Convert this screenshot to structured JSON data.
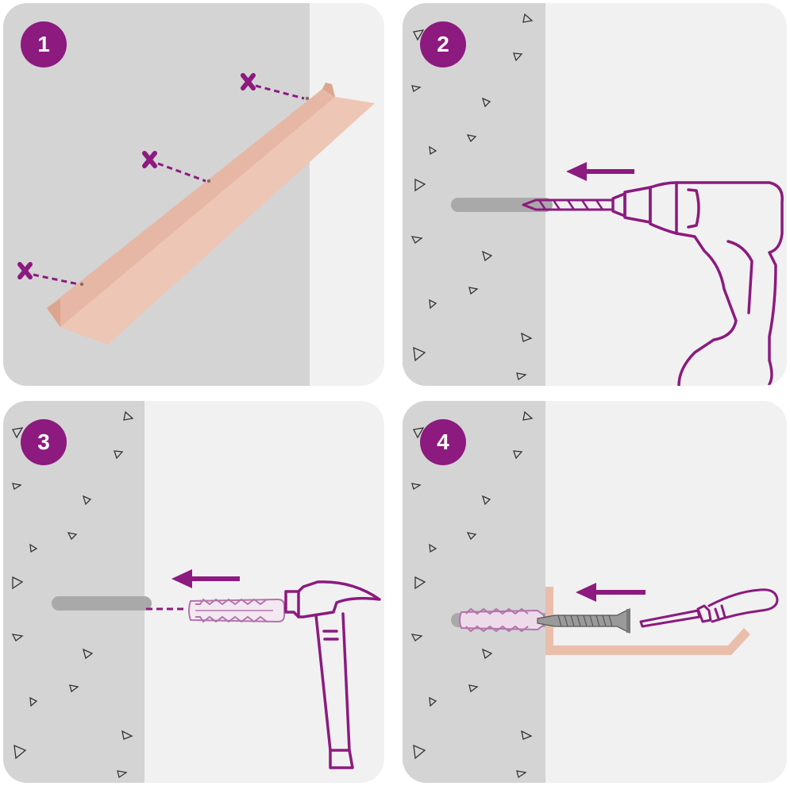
{
  "steps": [
    {
      "number": "1",
      "action": "mark-holes"
    },
    {
      "number": "2",
      "action": "drill-hole"
    },
    {
      "number": "3",
      "action": "insert-anchor"
    },
    {
      "number": "4",
      "action": "screw-shelf"
    }
  ],
  "colors": {
    "accent": "#8c1a7f",
    "wall": "#d4d4d4",
    "background": "#f1f1f1",
    "shelf": "#e9beab",
    "hole": "#a9a9a9"
  },
  "icons": [
    "x-mark-icon",
    "arrow-left-icon",
    "drill-icon",
    "hammer-icon",
    "wall-plug-icon",
    "screw-icon",
    "screwdriver-icon",
    "shelf-icon"
  ]
}
